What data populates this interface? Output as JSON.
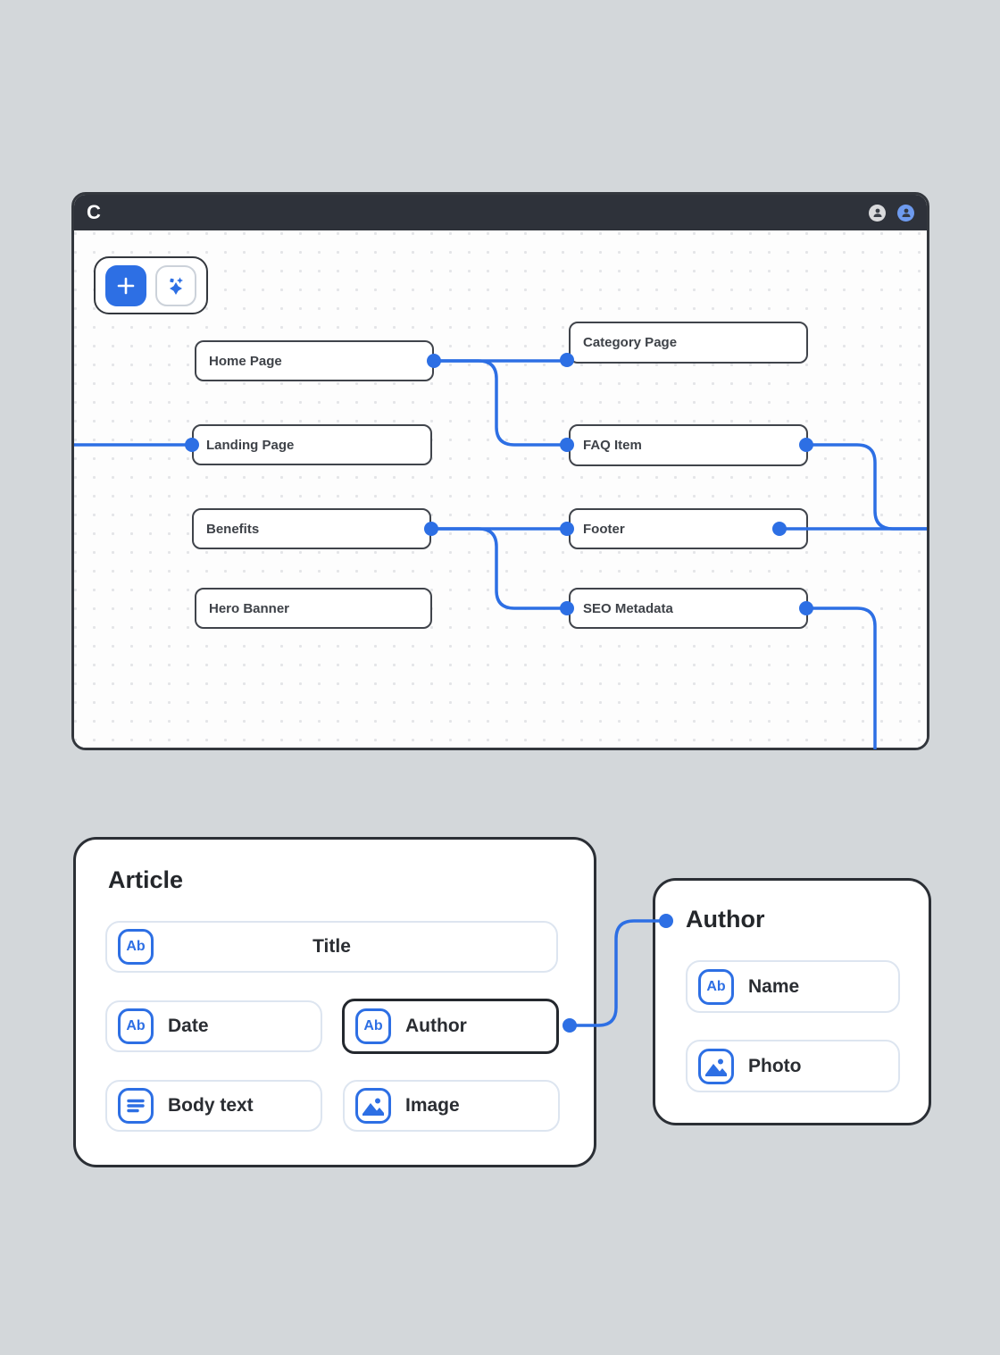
{
  "icons": {
    "ab_label": "Ab"
  },
  "window": {
    "logo_letter": "C",
    "titlebar": {
      "avatars": [
        {
          "id": "collaborator-1",
          "color": "#d9dadc"
        },
        {
          "id": "collaborator-2",
          "color": "#6e9bef"
        }
      ]
    },
    "toolbar": {
      "buttons": [
        {
          "id": "add",
          "icon": "plus-icon"
        },
        {
          "id": "ai",
          "icon": "sparkles-icon"
        }
      ]
    },
    "nodes": [
      {
        "id": "home-page",
        "label": "Home Page"
      },
      {
        "id": "landing-page",
        "label": "Landing Page"
      },
      {
        "id": "benefits",
        "label": "Benefits"
      },
      {
        "id": "hero-banner",
        "label": "Hero Banner"
      },
      {
        "id": "category-page",
        "label": "Category Page"
      },
      {
        "id": "faq-item",
        "label": "FAQ Item"
      },
      {
        "id": "footer",
        "label": "Footer"
      },
      {
        "id": "seo-metadata",
        "label": "SEO Metadata"
      }
    ],
    "edges": [
      {
        "id": "home-category",
        "from": "home-page",
        "to": "category-page"
      },
      {
        "id": "home-faq",
        "from": "home-page",
        "to": "faq-item"
      },
      {
        "id": "landing-offcanvas-left",
        "from": "canvas-left-edge",
        "to": "landing-page"
      },
      {
        "id": "benefits-footer",
        "from": "benefits",
        "to": "footer"
      },
      {
        "id": "benefits-seo",
        "from": "benefits",
        "to": "seo-metadata"
      },
      {
        "id": "faq-offcanvas-right",
        "from": "faq-item",
        "to": "canvas-right-edge"
      },
      {
        "id": "footer-offcanvas-right",
        "from": "footer",
        "to": "canvas-right-edge"
      },
      {
        "id": "seo-offcanvas-bottom",
        "from": "seo-metadata",
        "to": "canvas-bottom-edge"
      }
    ]
  },
  "article_card": {
    "title": "Article",
    "fields": [
      {
        "id": "title",
        "label": "Title",
        "icon": "text-field-icon"
      },
      {
        "id": "date",
        "label": "Date",
        "icon": "text-field-icon"
      },
      {
        "id": "author",
        "label": "Author",
        "icon": "text-field-icon",
        "selected": true
      },
      {
        "id": "body-text",
        "label": "Body text",
        "icon": "rich-text-icon"
      },
      {
        "id": "image",
        "label": "Image",
        "icon": "image-icon"
      }
    ]
  },
  "author_card": {
    "title": "Author",
    "fields": [
      {
        "id": "name",
        "label": "Name",
        "icon": "text-field-icon"
      },
      {
        "id": "photo",
        "label": "Photo",
        "icon": "image-icon"
      }
    ]
  },
  "link": {
    "id": "article-author-link",
    "from": "article.author-field",
    "to": "author-card"
  },
  "colors": {
    "accent_blue": "#2d6fe4",
    "titlebar": "#2e323a",
    "page_bg": "#d3d7da"
  }
}
